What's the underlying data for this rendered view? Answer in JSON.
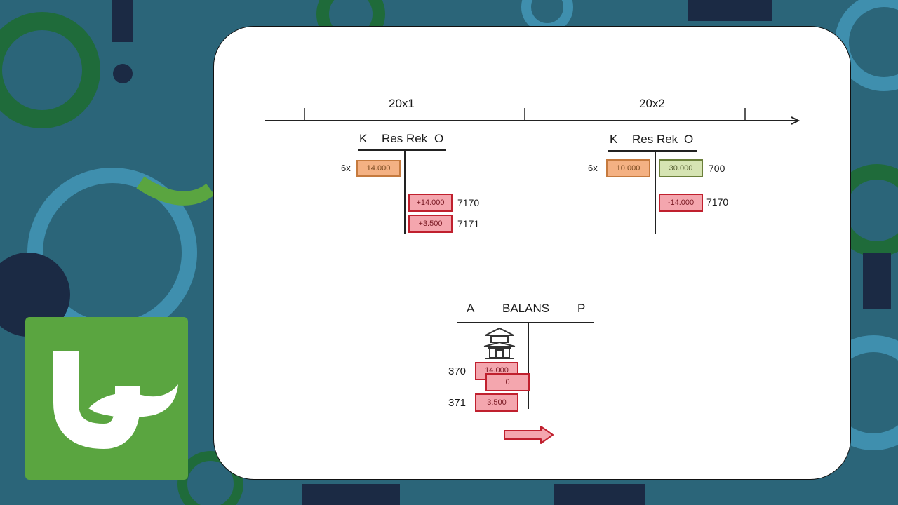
{
  "timeline": {
    "periods": [
      "20x1",
      "20x2"
    ]
  },
  "accounts": [
    {
      "header": {
        "left": "K",
        "title": "Res Rek",
        "right": "O"
      },
      "rows": [
        {
          "left_label": "6x",
          "value": "14.000",
          "color": "orange",
          "side": "debit"
        },
        {
          "value": "+14.000",
          "right_label": "7170",
          "color": "red",
          "side": "credit"
        },
        {
          "value": "+3.500",
          "right_label": "7171",
          "color": "red",
          "side": "credit"
        }
      ]
    },
    {
      "header": {
        "left": "K",
        "title": "Res Rek",
        "right": "O"
      },
      "rows": [
        {
          "left_label": "6x",
          "value": "10.000",
          "color": "orange",
          "side": "debit"
        },
        {
          "value": "30.000",
          "right_label": "700",
          "color": "green",
          "side": "credit"
        },
        {
          "value": "-14.000",
          "right_label": "7170",
          "color": "red",
          "side": "credit"
        }
      ]
    }
  ],
  "balans": {
    "header": {
      "left": "A",
      "title": "BALANS",
      "right": "P"
    },
    "icon": "building-icon",
    "rows": [
      {
        "left_label": "370",
        "value": "14.000",
        "color": "red"
      },
      {
        "value": "0",
        "color": "red"
      },
      {
        "left_label": "371",
        "value": "3.500",
        "color": "red"
      }
    ],
    "arrow": "right-arrow-icon"
  },
  "colors": {
    "orange": "#f4b183",
    "green": "#d6e4b3",
    "red": "#f4a6ae",
    "logo": "#5aa540"
  }
}
